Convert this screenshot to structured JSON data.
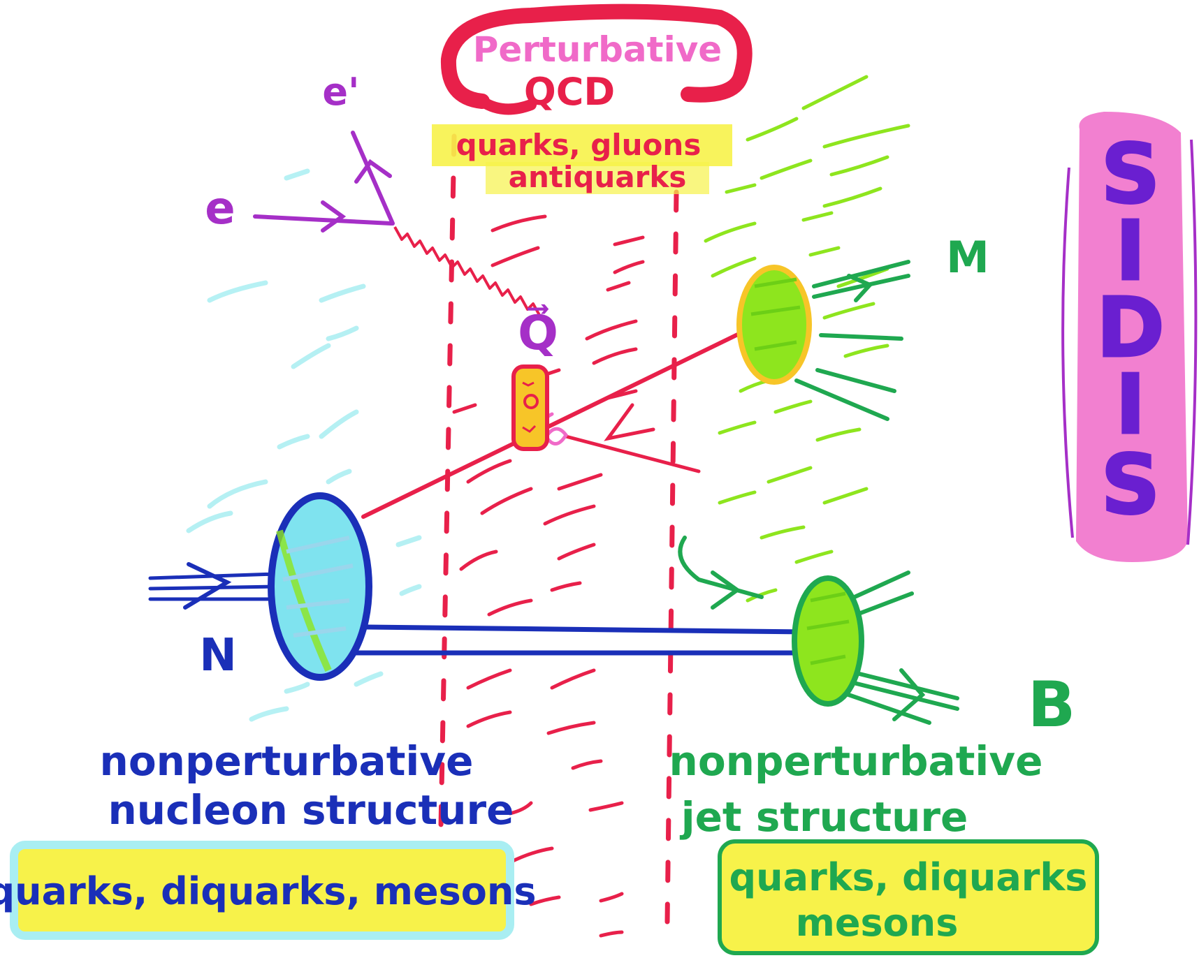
{
  "header": {
    "perturbative_title": "Perturbative",
    "perturbative_subtitle": "QCD",
    "partons_line1": "quarks, gluons",
    "partons_line2": "antiquarks"
  },
  "particles": {
    "electron_in": "e",
    "electron_out": "e'",
    "photon_momentum": "Q⃗",
    "nucleon": "N",
    "meson": "M",
    "baryon": "B"
  },
  "side_label": {
    "letters": [
      "S",
      "I",
      "D",
      "I",
      "S"
    ]
  },
  "nucleon_region": {
    "line1": "nonperturbative",
    "line2": "nucleon structure",
    "content": "quarks, diquarks, mesons"
  },
  "jet_region": {
    "line1": "nonperturbative",
    "line2": "jet structure",
    "content_line1": "quarks, diquarks",
    "content_line2": "mesons"
  },
  "colors": {
    "perturbative": "#e8204a",
    "electron": "#a52fc7",
    "nucleon": "#1a2fb8",
    "nucleon_fill": "#7fe3ef",
    "jet": "#1fa850",
    "blob_fill": "#8ee51e",
    "highlight": "#f7f24a",
    "sidis_pink": "#f06ac8",
    "sidis_purple": "#6a1fd0"
  }
}
